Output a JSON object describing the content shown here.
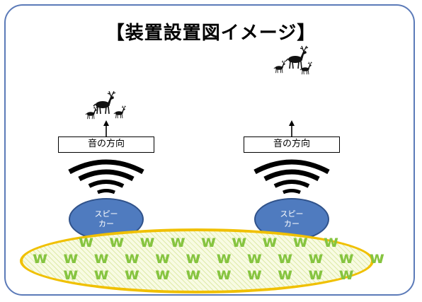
{
  "title": "【装置設置図イメージ】",
  "direction_label": "音の方向",
  "speaker_label": "スピー\nカー",
  "grass_rows": [
    "w w w w w w w w w",
    "w w w w w w w w w w w w",
    "w w w w w w w w w w"
  ],
  "colors": {
    "frame": "#5b7ab8",
    "speaker": "#4f7bbf",
    "grass_border": "#f0c000",
    "grass_w": "#86c440"
  },
  "icons": [
    "deer-group-icon",
    "deer-group-icon",
    "sound-wave-icon",
    "sound-wave-icon",
    "up-arrow-icon",
    "up-arrow-icon"
  ]
}
